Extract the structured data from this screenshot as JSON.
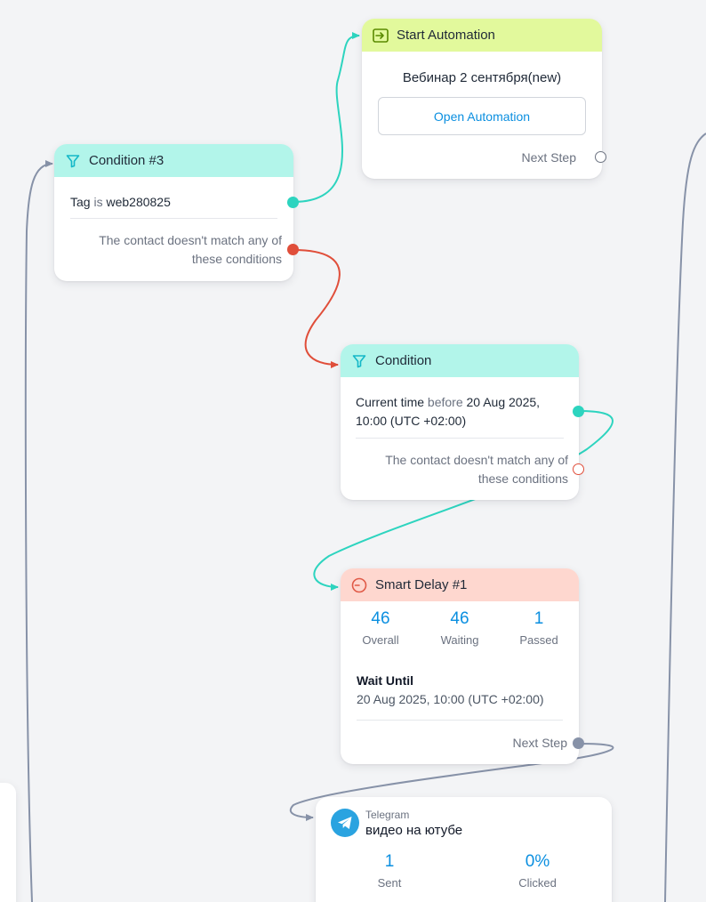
{
  "nodes": {
    "start_automation": {
      "title": "Start Automation",
      "icon": "enter-arrow-icon",
      "automation_name": "Вебинар 2 сентября(new)",
      "button_label": "Open Automation",
      "next_step_label": "Next Step"
    },
    "condition3": {
      "title": "Condition #3",
      "icon": "filter-icon",
      "rule": {
        "field": "Tag",
        "op": "is",
        "value": "web280825"
      },
      "fail_text": "The contact doesn't match any of these conditions"
    },
    "condition": {
      "title": "Condition",
      "icon": "filter-icon",
      "rule": {
        "field": "Current time",
        "op": "before",
        "value_line1": "20 Aug 2025,",
        "value_line2": "10:00 (UTC +02:00)"
      },
      "fail_text": "The contact doesn't match any of these conditions"
    },
    "smart_delay": {
      "title": "Smart Delay #1",
      "icon": "clock-icon",
      "stats": [
        {
          "value": "46",
          "label": "Overall"
        },
        {
          "value": "46",
          "label": "Waiting"
        },
        {
          "value": "1",
          "label": "Passed"
        }
      ],
      "wait_title": "Wait Until",
      "wait_value": "20 Aug 2025, 10:00 (UTC +02:00)",
      "next_step_label": "Next Step"
    },
    "telegram": {
      "channel": "Telegram",
      "title": "видео на ютубе",
      "icon": "telegram-icon",
      "stats": [
        {
          "value": "1",
          "label": "Sent"
        },
        {
          "value": "0%",
          "label": "Clicked"
        }
      ]
    }
  },
  "colors": {
    "success_wire": "#2dd4bf",
    "fail_wire": "#e04e3a",
    "neutral_wire": "#8792a8",
    "accent_blue": "#0b8fe0"
  }
}
